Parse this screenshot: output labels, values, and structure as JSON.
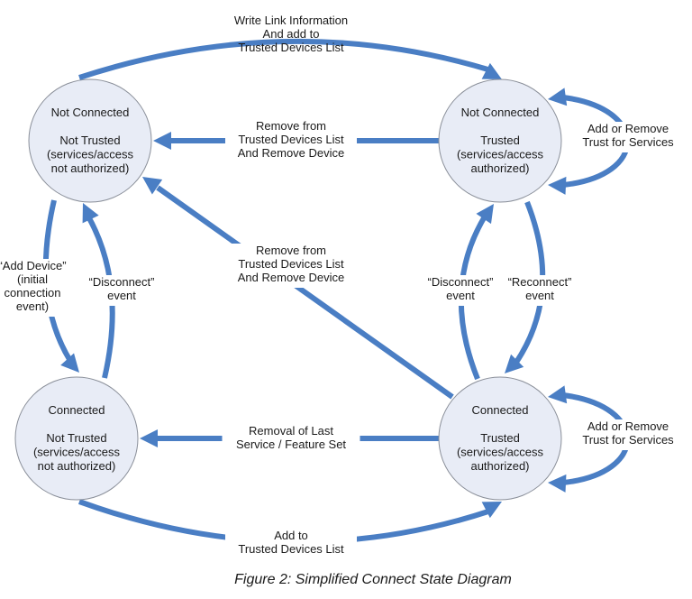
{
  "states": [
    {
      "id": "s1",
      "lines": [
        "Not Connected",
        "",
        "Not Trusted",
        "(services/access",
        "not authorized)"
      ]
    },
    {
      "id": "s2",
      "lines": [
        "Not Connected",
        "",
        "Trusted",
        "(services/access",
        "authorized)"
      ]
    },
    {
      "id": "s3",
      "lines": [
        "Connected",
        "",
        "Not Trusted",
        "(services/access",
        "not authorized)"
      ]
    },
    {
      "id": "s4",
      "lines": [
        "Connected",
        "",
        "Trusted",
        "(services/access",
        "authorized)"
      ]
    }
  ],
  "transitions": [
    {
      "id": "t1",
      "from": "s1",
      "to": "s2",
      "label": [
        "Write Link Information",
        "And add to",
        "Trusted Devices List"
      ]
    },
    {
      "id": "t2",
      "from": "s2",
      "to": "s1",
      "label": [
        "Remove from",
        "Trusted Devices List",
        "And Remove Device"
      ]
    },
    {
      "id": "t3",
      "from": "s2",
      "to": "s2",
      "label": [
        "Add or Remove",
        "Trust for Services"
      ]
    },
    {
      "id": "t4",
      "from": "s1",
      "to": "s3",
      "label": [
        "“Add Device”",
        "(initial",
        "connection",
        "event)"
      ]
    },
    {
      "id": "t5",
      "from": "s3",
      "to": "s1",
      "label": [
        "“Disconnect”",
        "event"
      ]
    },
    {
      "id": "t6",
      "from": "s4",
      "to": "s1",
      "label": [
        "Remove from",
        "Trusted Devices List",
        "And Remove Device"
      ]
    },
    {
      "id": "t7",
      "from": "s4",
      "to": "s2",
      "label": [
        "“Disconnect”",
        "event"
      ]
    },
    {
      "id": "t8",
      "from": "s2",
      "to": "s4",
      "label": [
        "“Reconnect”",
        "event"
      ]
    },
    {
      "id": "t9",
      "from": "s4",
      "to": "s3",
      "label": [
        "Removal of Last",
        "Service / Feature Set"
      ]
    },
    {
      "id": "t10",
      "from": "s4",
      "to": "s4",
      "label": [
        "Add or Remove",
        "Trust for Services"
      ]
    },
    {
      "id": "t11",
      "from": "s3",
      "to": "s4",
      "label": [
        "Add to",
        "Trusted Devices List"
      ]
    }
  ],
  "caption": "Figure 2:  Simplified Connect State Diagram"
}
